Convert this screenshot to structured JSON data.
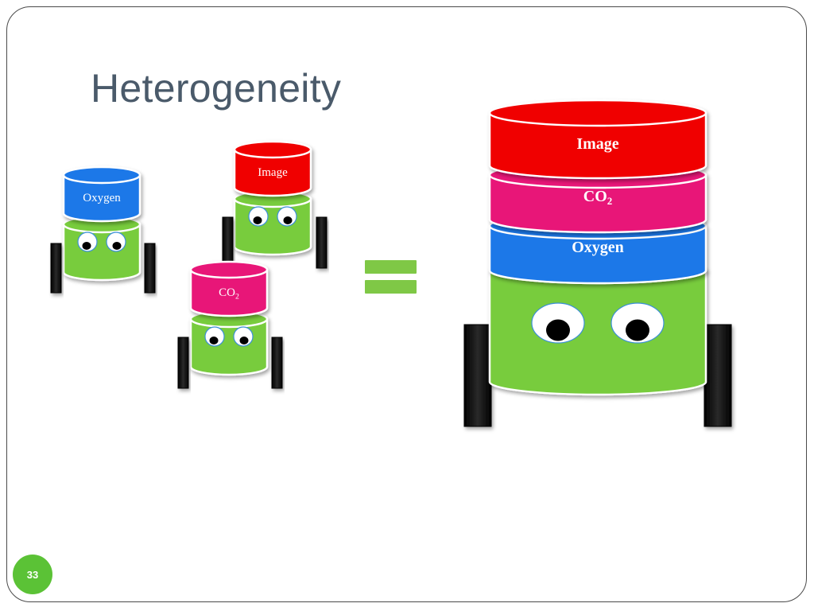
{
  "slide": {
    "title": "Heterogeneity",
    "number": "33"
  },
  "colors": {
    "body_green": "#78cc3c",
    "oxygen_blue": "#1b78e8",
    "image_red": "#f00000",
    "co2_pink": "#e81878",
    "wheel": "#111111",
    "equals_green": "#7fc846"
  },
  "small_robots": [
    {
      "id": "oxygen",
      "label": "Oxygen",
      "subscript": "",
      "color_key": "oxygen_blue"
    },
    {
      "id": "image",
      "label": "Image",
      "subscript": "",
      "color_key": "image_red"
    },
    {
      "id": "co2",
      "label": "CO",
      "subscript": "2",
      "color_key": "co2_pink"
    }
  ],
  "big_robot": {
    "layers": [
      {
        "id": "image",
        "label": "Image",
        "subscript": "",
        "color_key": "image_red"
      },
      {
        "id": "co2",
        "label": "CO",
        "subscript": "2",
        "color_key": "co2_pink"
      },
      {
        "id": "oxygen",
        "label": "Oxygen",
        "subscript": "",
        "color_key": "oxygen_blue"
      }
    ]
  },
  "equals_sign": "="
}
